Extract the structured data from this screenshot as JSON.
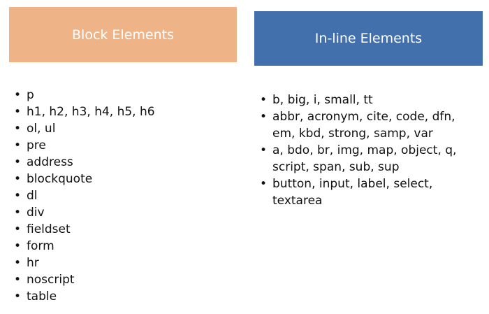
{
  "colors": {
    "block_header_bg": "#EEB488",
    "inline_header_bg": "#4270AD"
  },
  "block": {
    "title": "Block Elements",
    "items": [
      "p",
      "h1, h2, h3, h4, h5, h6",
      "ol, ul",
      "pre",
      "address",
      "blockquote",
      "dl",
      "div",
      "fieldset",
      "form",
      "hr",
      "noscript",
      "table"
    ]
  },
  "inline": {
    "title": "In-line Elements",
    "items": [
      "b, big, i, small, tt",
      "abbr, acronym, cite, code, dfn, em, kbd, strong, samp, var",
      "a, bdo, br, img, map, object, q, script, span, sub, sup",
      "button, input, label, select, textarea"
    ]
  }
}
